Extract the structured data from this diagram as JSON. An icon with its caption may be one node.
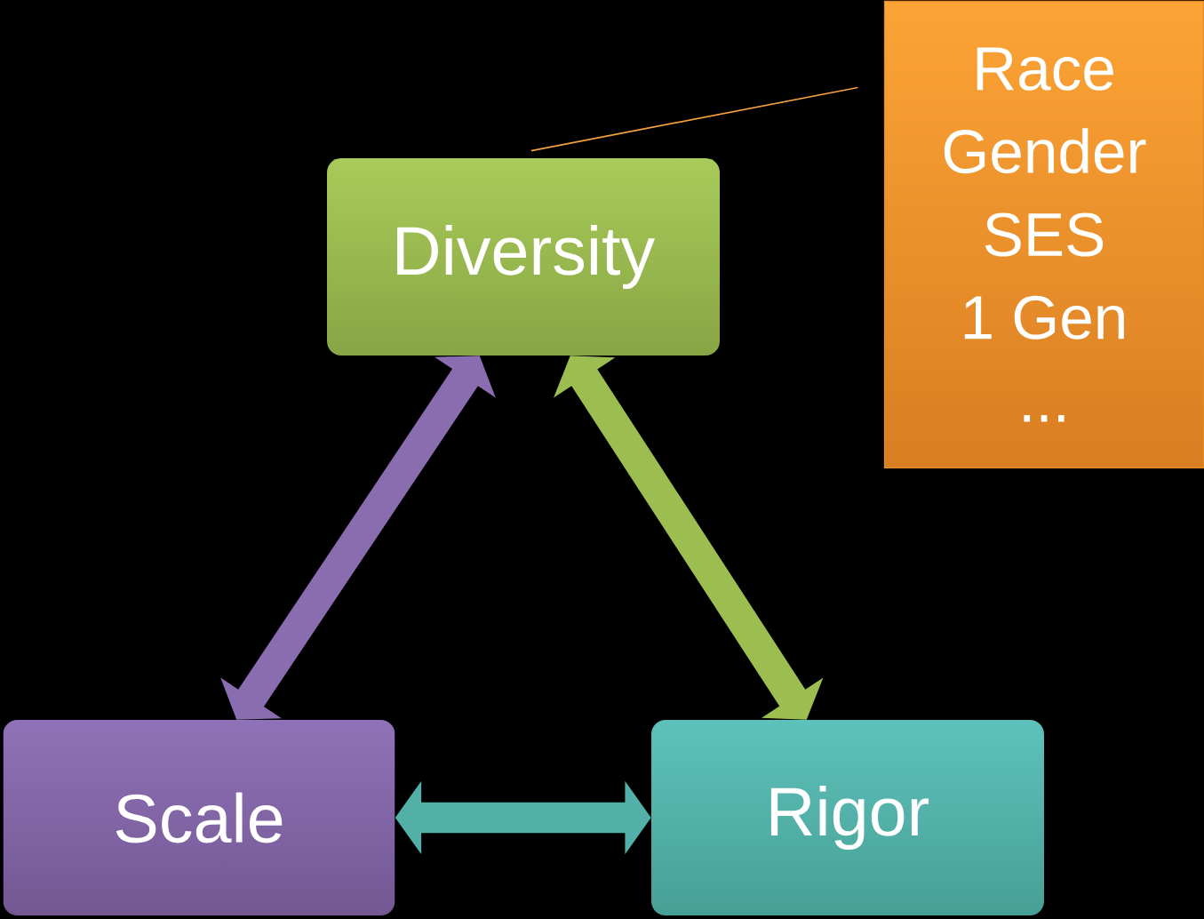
{
  "diagram": {
    "nodes": [
      {
        "text": [
          "Diversity"
        ]
      },
      {
        "text": [
          "Race",
          "Gender",
          "SES",
          "1 Gen",
          "..."
        ]
      },
      {
        "text": [
          "Scale"
        ]
      },
      {
        "text": [
          "Rigor"
        ]
      }
    ],
    "edges": [
      {
        "from": 1,
        "to": 0,
        "arrow": "none",
        "color": "#f4a040"
      },
      {
        "from": 0,
        "to": 2,
        "arrow": "both",
        "color": "#8a6cb0"
      },
      {
        "from": 0,
        "to": 3,
        "arrow": "both",
        "color": "#9cbe50"
      },
      {
        "from": 2,
        "to": 3,
        "arrow": "both",
        "color": "#52b0a8"
      }
    ]
  }
}
